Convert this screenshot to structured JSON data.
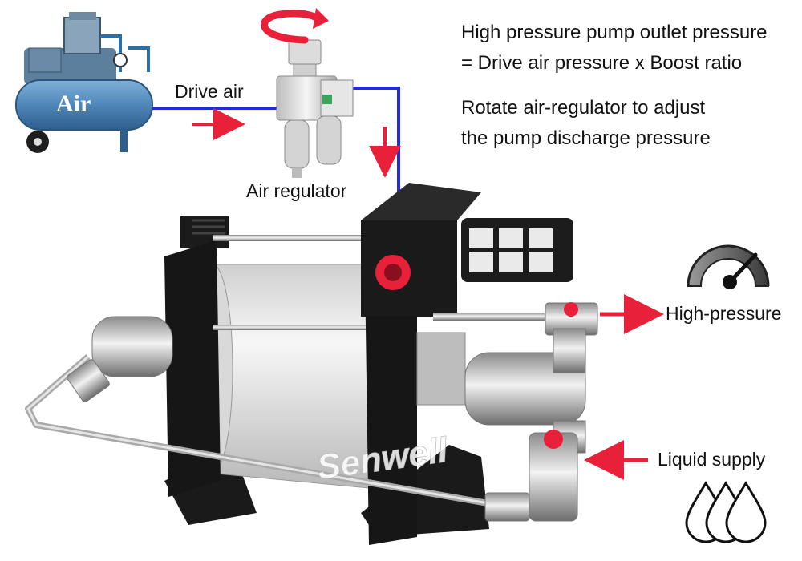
{
  "compressor": {
    "label": "Air"
  },
  "labels": {
    "drive_air": "Drive air",
    "air_regulator": "Air regulator",
    "high_pressure": "High-pressure",
    "liquid_supply": "Liquid supply"
  },
  "notes": {
    "formula_line1": "High pressure pump outlet pressure",
    "formula_line2": "= Drive air pressure x Boost ratio",
    "adjust_line1": "Rotate air-regulator to adjust",
    "adjust_line2": "the pump discharge pressure"
  },
  "brand": {
    "watermark": "Senwell"
  },
  "colors": {
    "air_line": "#1f2bd6",
    "arrow": "#e8203a",
    "tank": "#4f86b8",
    "pump_frame": "#151515",
    "cylinder": "#e9e9e9"
  },
  "icons": [
    "rotate-arrow-icon",
    "gauge-icon",
    "droplets-icon"
  ]
}
